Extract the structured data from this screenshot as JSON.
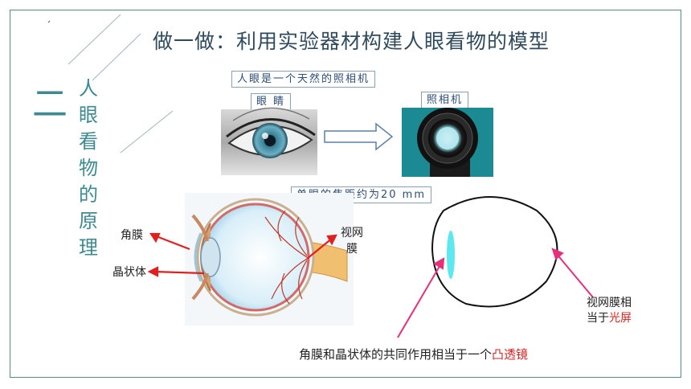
{
  "slide": {
    "title": "做一做：利用实验器材构建人眼看物的模型",
    "section_number": "二",
    "section_title_chars": [
      "人",
      "眼",
      "看",
      "物",
      "的",
      "原",
      "理"
    ]
  },
  "labels": {
    "analogy": "人眼是一个天然的照相机",
    "eye": "眼 睛",
    "camera": "照相机",
    "focal_length": "单眼的焦距约为20 mm"
  },
  "diagram": {
    "cornea": "角膜",
    "lens": "晶状体",
    "retina": [
      "视网",
      "膜"
    ]
  },
  "model": {
    "retina_caption_line1": "视网膜相",
    "retina_caption_line2_prefix": "当于",
    "retina_caption_line2_highlight": "光屏",
    "lens_caption_prefix": "角膜和晶状体的共同作用相当于一个",
    "lens_caption_highlight": "凸透镜"
  },
  "colors": {
    "accent": "#3d8a90",
    "highlight": "#e02020",
    "arrow_pink": "#e8307a",
    "lens_cyan": "#5de8f0"
  }
}
